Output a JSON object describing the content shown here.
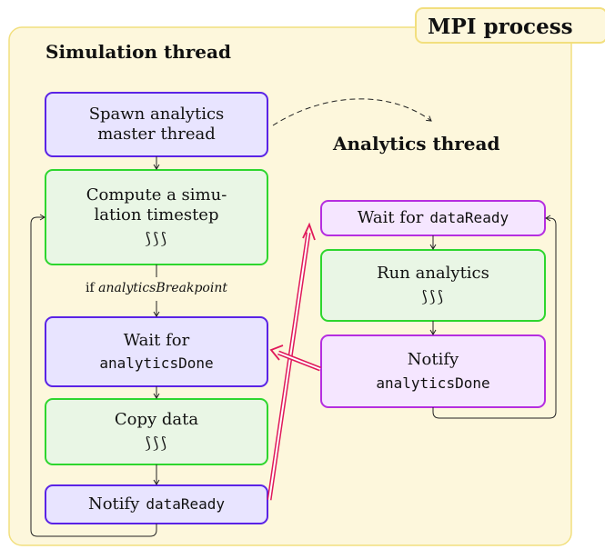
{
  "colors": {
    "process_bg": "#fdf7dc",
    "process_border": "#f2df7e",
    "compute_fill": "#e9f6e5",
    "compute_border": "#2ed62e",
    "sim_sync_fill": "#e8e4ff",
    "sim_sync_border": "#5a23e6",
    "ana_sync_fill": "#f5e6ff",
    "ana_sync_border": "#b52ee0",
    "sync_arrow": "#e0195a"
  },
  "process": {
    "title": "MPI process"
  },
  "simulation": {
    "title": "Simulation thread",
    "spawn": {
      "line1": "Spawn analytics",
      "line2": "master thread"
    },
    "compute": {
      "line1": "Compute a simu-",
      "line2": "lation timestep",
      "wavy": "⟆⟆⟆"
    },
    "condition": {
      "prefix": "if",
      "var": "analyticsBreakpoint"
    },
    "wait": {
      "line1": "Wait for",
      "code": "analyticsDone"
    },
    "copy": {
      "line1": "Copy data",
      "wavy": "⟆⟆⟆"
    },
    "notify": {
      "text": "Notify",
      "code": "dataReady"
    }
  },
  "analytics": {
    "title": "Analytics thread",
    "wait": {
      "text": "Wait for",
      "code": "dataReady"
    },
    "run": {
      "line1": "Run analytics",
      "wavy": "⟆⟆⟆"
    },
    "notify": {
      "line1": "Notify",
      "code": "analyticsDone"
    }
  }
}
